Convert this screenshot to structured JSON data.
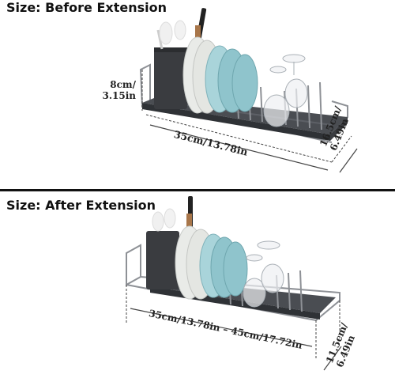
{
  "section1": {
    "title": "Size: Before Extension",
    "height_dim": [
      "8cm/",
      "3.15in"
    ],
    "width_dim": "35cm/13.78in",
    "depth_dim": [
      "16.5cm/",
      "6.49in"
    ]
  },
  "section2": {
    "title": "Size: After Extension",
    "width_dim": "35cm/13.78in – 45cm/17.72in",
    "depth_dim": [
      "11.5cm/",
      "6.49in"
    ]
  },
  "colors": {
    "tray": "#4a4d52",
    "tray_dark": "#2f3236",
    "wire": "#8e9196",
    "plate_white": "#e9ebe8",
    "plate_blue": "#8fc4cc",
    "plate_blue_light": "#a9d4da",
    "holder": "#3a3c40",
    "dim_line": "#444"
  },
  "icons": {
    "utensils": "utensil-icon",
    "wine_glass": "wine-glass-icon",
    "plate": "plate-icon"
  }
}
